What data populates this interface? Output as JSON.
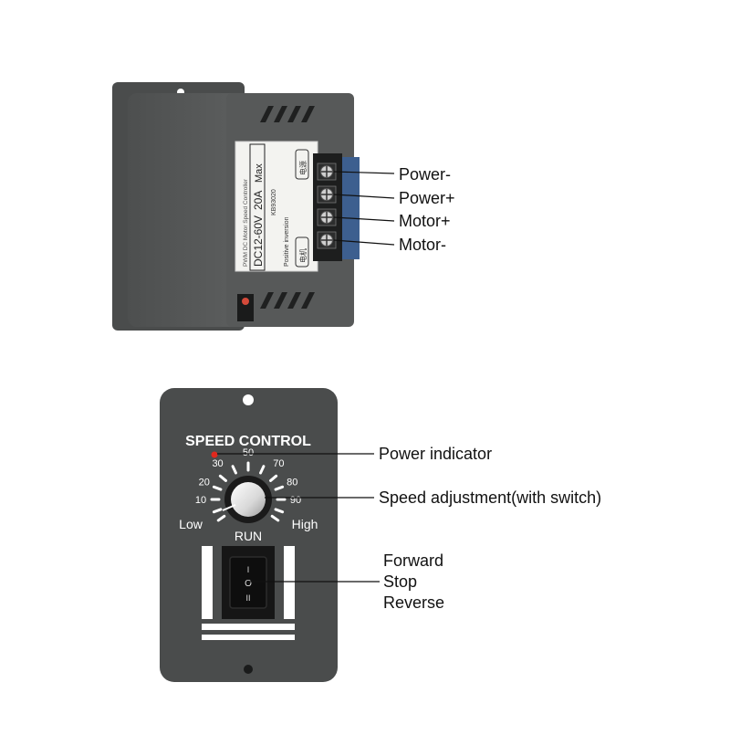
{
  "controller": {
    "label": {
      "range": "DC12-60V",
      "current": "20A",
      "max": "Max",
      "brand_line": "PWM DC Motor Speed Controller",
      "model": "KB93020",
      "terminal_pos": "Positive inversion",
      "terminal_tag_top": "电源",
      "terminal_tag_bottom": "电机"
    },
    "terminals": [
      "Power-",
      "Power+",
      "Motor+",
      "Motor-"
    ]
  },
  "panel": {
    "title": "SPEED CONTROL",
    "dial_ticks": [
      "10",
      "20",
      "30",
      "50",
      "70",
      "80",
      "90"
    ],
    "low_label": "Low",
    "high_label": "High",
    "run_label": "RUN",
    "switch_symbols": [
      "I",
      "O",
      "II"
    ]
  },
  "callouts": {
    "power_indicator": "Power indicator",
    "speed_adjustment": "Speed adjustment(with switch)",
    "forward": "Forward",
    "stop": "Stop",
    "reverse": "Reverse"
  },
  "colors": {
    "housing": "#555757",
    "housing_dark": "#3f4141",
    "panel": "#4a4c4c",
    "label_bg": "#f3f3f0",
    "led": "#e0281e",
    "line": "#111111"
  }
}
